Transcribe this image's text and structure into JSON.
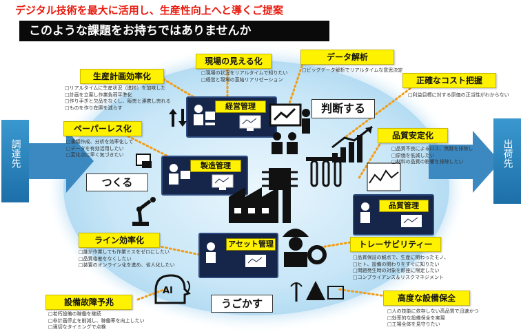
{
  "headline": "デジタル技術を最大に活用し、生産性向上へと導くご提案",
  "banner": "このような課題をお持ちではありませんか",
  "left_arrow_label": "調達先",
  "right_arrow_label": "出荷先",
  "central_labels": {
    "tsukuru": "つくる",
    "ugokasu": "うごかす",
    "handan": "判断する",
    "ai": "AI"
  },
  "panels": {
    "keiei": "経営管理",
    "seizo": "製造管理",
    "hinshitsu": "品質管理",
    "asset": "アセット管理"
  },
  "issues": [
    {
      "id": "seisan",
      "title": "生産計画効率化",
      "items": [
        "リアルタイムに生産状況（進捗）を加味した",
        "計画を立案し作業負荷平準化",
        "作り手ぎと欠品をなくし、販売と連携し売れる",
        "ものを作り在庫を減らす"
      ]
    },
    {
      "id": "mieru",
      "title": "現場の見える化",
      "items": [
        "現場の状況をリアルタイムで知りたい",
        "経営と現場の直結リアリゼーション"
      ]
    },
    {
      "id": "data",
      "title": "データ解析",
      "items": [
        "ビッグデータ解析でリアルタイムな意思決定"
      ]
    },
    {
      "id": "cost",
      "title": "正確なコスト把握",
      "items": [
        "利益目標に対する原価の正当性がわからない"
      ]
    },
    {
      "id": "paperless",
      "title": "ペーパーレス化",
      "items": [
        "書類作成、分析を効率化して",
        "データを有効活用したい",
        "変化点に早く気づきたい"
      ]
    },
    {
      "id": "hinshitsu",
      "title": "品質安定化",
      "items": [
        "品質不良によるロス、無駄を排除し",
        "原価を低減したい",
        "材料の品質の影響を排除したい"
      ]
    },
    {
      "id": "line",
      "title": "ライン効率化",
      "items": [
        "誰が作業しても作業ミスをゼロにしたい",
        "品質格差をなくしたい",
        "装置のオンライン化を進め、省人化したい"
      ]
    },
    {
      "id": "trace",
      "title": "トレーサビリティー",
      "items": [
        "品質保証の観点で、生産に関わったモノ、",
        "ヒト、設備の関わりをすぐに知りたい",
        "問題発生時の対象を即座に限定したい",
        "コンプライアンス＆リスクマネジメント"
      ]
    },
    {
      "id": "yochi",
      "title": "設備故障予兆",
      "items": [
        "老朽設備の稼働を継続",
        "非計画停止を削減し、稼働率を向上したい",
        "適切なタイミングで点検"
      ]
    },
    {
      "id": "hozen",
      "title": "高度な設備保全",
      "items": [
        "人の技能に依存しない高品質で迅速かつ",
        "効率的な設備保全を実現",
        "工場全体を見守りたい"
      ]
    }
  ]
}
